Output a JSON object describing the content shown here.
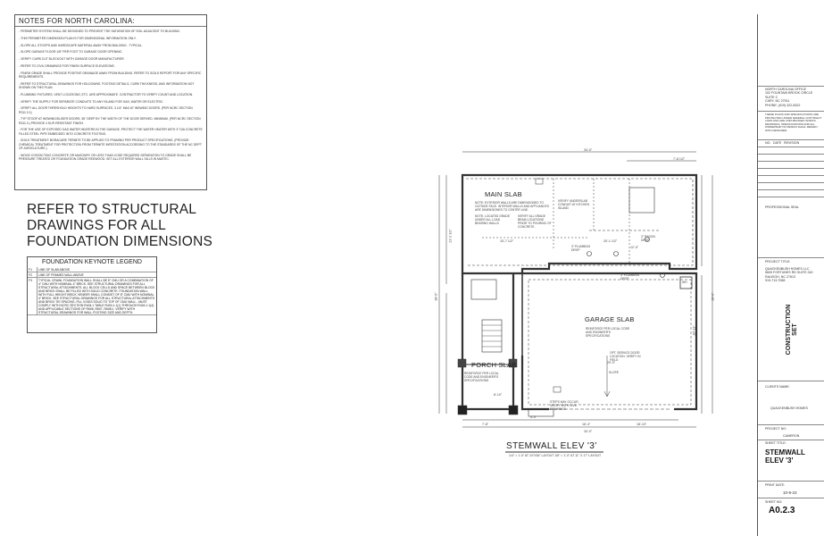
{
  "notes": {
    "title": "NOTES FOR NORTH CAROLINA:",
    "items": [
      "- PERIMETER SYSTEM SHALL BE DESIGNED TO PREVENT THE SATURATION OF SOIL ADJACENT TO BUILDING.",
      "- THIS PERIMETER DIMENSION PLAN IS FOR DIMENSIONAL INFORMATION ONLY.",
      "- SLOPE ALL STOOPS AND HARDSCAPE MATERIAL AWAY FROM BUILDING - TYPICAL.",
      "- SLOPE GARAGE FLOOR 1/8\" PER FOOT TO GARAGE DOOR OPENING.",
      "- VERIFY CURB CUT BLOCKOUT WITH GARAGE DOOR MANUFACTURER.",
      "- REFER TO CIVIL DRAWINGS FOR FINISH SURFACE ELEVATIONS.",
      "- FINISH GRADE SHALL PROVIDE POSITIVE DRAINAGE AWAY FROM BUILDING. REFER TO SOILS REPORT FOR ANY SPECIFIC REQUIREMENTS.",
      "- REFER TO STRUCTURAL DRAWINGS FOR HOLDOWNS, FOOTING DETAILS, CURB THICKNESS, AND INFORMATION NOT SHOWN ON THIS PLAN.",
      "- PLUMBING FIXTURES, VENT LOCATIONS, ETC. ARE APPROXIMATE. CONTRACTOR TO VERIFY COUNT AND LOCATION.",
      "- VERIFY THE SUPPLY FOR SEPARATE CONDUITS TO ANY ISLAND FOR GAS, WATER OR ELECTRIC.",
      "- VERIFY ALL DOOR THRESHOLD HEIGHTS TO HARD SURFACES. 3 1/4\" MAX AT INSWING DOORS. (PER NCRC SECTION R311.3.1)",
      "- TYP STOOP AT INSWING/SLIDER DOORS: 36\" DEEP BY THE WIDTH OF THE DOOR SERVED. MINIMUM. (PER NCRC SECTION R311.3.) PROVIDE 4 SLIP-RESISTANT FINISH.",
      "- FOR THE USE OF EXPOSED GAS WATER HEATERS IN THE GARAGE, PROTECT THE WATER HEATER WITH 3\" DIA CONCRETE FILLED STEEL PIPE EMBEDDED INTO CONCRETE FOOTING.",
      "- SOILS TREATMENT: BORACARE TERMITE TO BE APPLIED TO FRAMING PER PRODUCT SPECIFICATIONS. (PROVIDE CHEMICAL TREATMENT FOR PROTECTION FROM TERMITE INFESTATION ACCORDING TO THE STANDARDS OF THE NC DEPT OF AGRICULTURE.)",
      "- WOOD CONTACTING CONCRETE OR MASONRY OR LESS THAN CODE REQUIRED SEPARATION TO GRADE SHALL BE PRESSURE TREATED OR FOUNDATION GRADE REDWOOD. SET ALL EXTERIOR WALL SILLS IN MASTIC."
    ]
  },
  "big_note": [
    "REFER TO STRUCTURAL",
    "DRAWINGS FOR ALL",
    "FOUNDATION DIMENSIONS"
  ],
  "legend": {
    "title": "FOUNDATION KEYNOTE LEGEND",
    "rows": [
      {
        "key": "F1",
        "text": "LINE OF SLAB ABOVE"
      },
      {
        "key": "F2",
        "text": "LINE OF FRAMED WALL ABOVE"
      },
      {
        "key": "F3",
        "text": "TYPICAL CRAWL FOUNDATION WALL SHALL BE 8\" CMU OR A COMBINATION OF 4\" CMU WITH NOMINAL 4\" BRICK. SEE STRUCTURAL DRAWINGS FOR ALL STRUCTURAL ATTACHMENTS. ALL BLOCK CELLS AND SPACE BETWEEN BLOCK AND BRICK SHALL BE FILLED WITH SOLID CONCRETE. FOUNDATION WALL WITH FULL HEIGHT BRICK VENEER SHALL CONSIST OF 8\" CMU WITH NOMINAL 4\" BRICK. SEE STRUCTURAL DRAWINGS FOR ALL STRUCTURAL ATTACHMENTS AND BRICK TIE SPACING. FILL VOIDS SOLID TO TOP OF CMU WALL - MUST COMPLY WITH NCRC SECTION R404.1 TABLE R404.1.1(1) THROUGH R404.1.1(4) AND APPLICABLE SECTIONS OF R606, R607, R608.1. VERIFY WITH STRUCTURAL DRAWINGS FOR WALL FOOTING SIZE AND DEPTH."
      }
    ]
  },
  "title_block": {
    "office": [
      "NORTH CAROLINA OFFICE",
      "102 FOUNTAIN BROOK CIRCLE",
      "SUITE C",
      "CARY, NC 27511",
      "PHONE: (919) 322-8322"
    ],
    "copyright": "THESE PLANS AND SPECIFICATIONS ARE PROTECTED UNDER FEDERAL COPYRIGHT LAWS AND ARE UNPUBLISHED WORKS. DRAWINGS, SPECIFICATIONS AND ALL OWNERSHIP OF DESIGN SHALL REMAIN WITH DESIGNER.",
    "rev_headers": [
      "NO.",
      "DATE",
      "REVISION"
    ],
    "professional_seal": "PROFESSIONAL SEAL",
    "project_title_label": "PROJECT TITLE:",
    "project_title": [
      "QUACKENBUSH HOMES LLC",
      "5605 FORTUNES RD SUITE 240",
      "RALEIGH, NC 27613",
      "919-713-7088"
    ],
    "construction_set": "CONSTRUCTION SET",
    "clients_label": "CLIENTS NAME:",
    "client": "QUACKENBUSH HOMES",
    "project_no_label": "PROJECT NO:",
    "project_no": "CAMERON",
    "sheet_title_label": "SHEET TITLE:",
    "sheet_title": [
      "STEMWALL",
      "ELEV '3'"
    ],
    "print_date_label": "PRINT DATE:",
    "print_date": "10-9-23",
    "sheet_no_label": "SHEET NO:",
    "sheet_no": "A0.2.3"
  },
  "plan": {
    "title": "STEMWALL ELEV '3'",
    "subtitle": "1/4\" = 1'-0\" AT 24\"X36\" LAYOUT   1/8\" = 1'-0\" AT 11\" X 17\" LAYOUT",
    "main_slab": "MAIN SLAB",
    "garage_slab": "GARAGE SLAB",
    "porch_slab": "PORCH SLAB",
    "note_exterior": "NOTE: EXTERIOR WALLS ARE DIMENSIONED TO OUTSIDE FACE. INTERIOR WALLS AND APPLIANCES ARE DIMENSIONED TO CENTER LINE.",
    "note_grade": "NOTE: LOCATED GRADE UNDER ALL LOAD BEARING WALLS",
    "note_beam": "VERIFY ALL GRADE BEAM LOCATIONS PRIOR TO POURING OF CONCRETE.",
    "note_underslab": "VERIFY UNDERSLAB CONDUIT AT KITCHEN ISLAND",
    "garage_note": "REINFORCE PER LOCAL CODE AND ENGINEER'S SPECIFICATIONS",
    "porch_note": "REINFORCE PER LOCAL CODE AND ENGINEER'S SPECIFICATIONS",
    "opt_service": "OPT. SERVICE DOOR LOCATION. VERIFY IN FIELD",
    "steps_note": "STEPS MAY OCCUR, VERIFY WITH CIVIL DRAWINGS",
    "plumbing_drop_1": "3\" PLUMBING DROP",
    "plumbing_drop_2": "3\" PLUMBING DROP",
    "radon": "3\" RADON DROP",
    "wh": "WH",
    "slope": "SLOPE",
    "dims": {
      "top": "34'-0\"",
      "top_right": "7'-8 1/2\"",
      "left": "38'-0\"",
      "right": "38'-0\"",
      "bottom_total": "34'-0\"",
      "bottom_left": "7'-8\"",
      "bottom_mid": "16'-4\"",
      "bottom_right": "18'-10\"",
      "porch_w": "8'-10\"",
      "garage_w": "20'-0\"",
      "mid_1": "15'-7 1/2\"",
      "mid_2": "20'-1 1/2\"",
      "mid_3": "12'-0\"",
      "side_1": "21'-2 1/2\"",
      "side_2": "20'-11\"",
      "step": "4'-0\""
    }
  }
}
